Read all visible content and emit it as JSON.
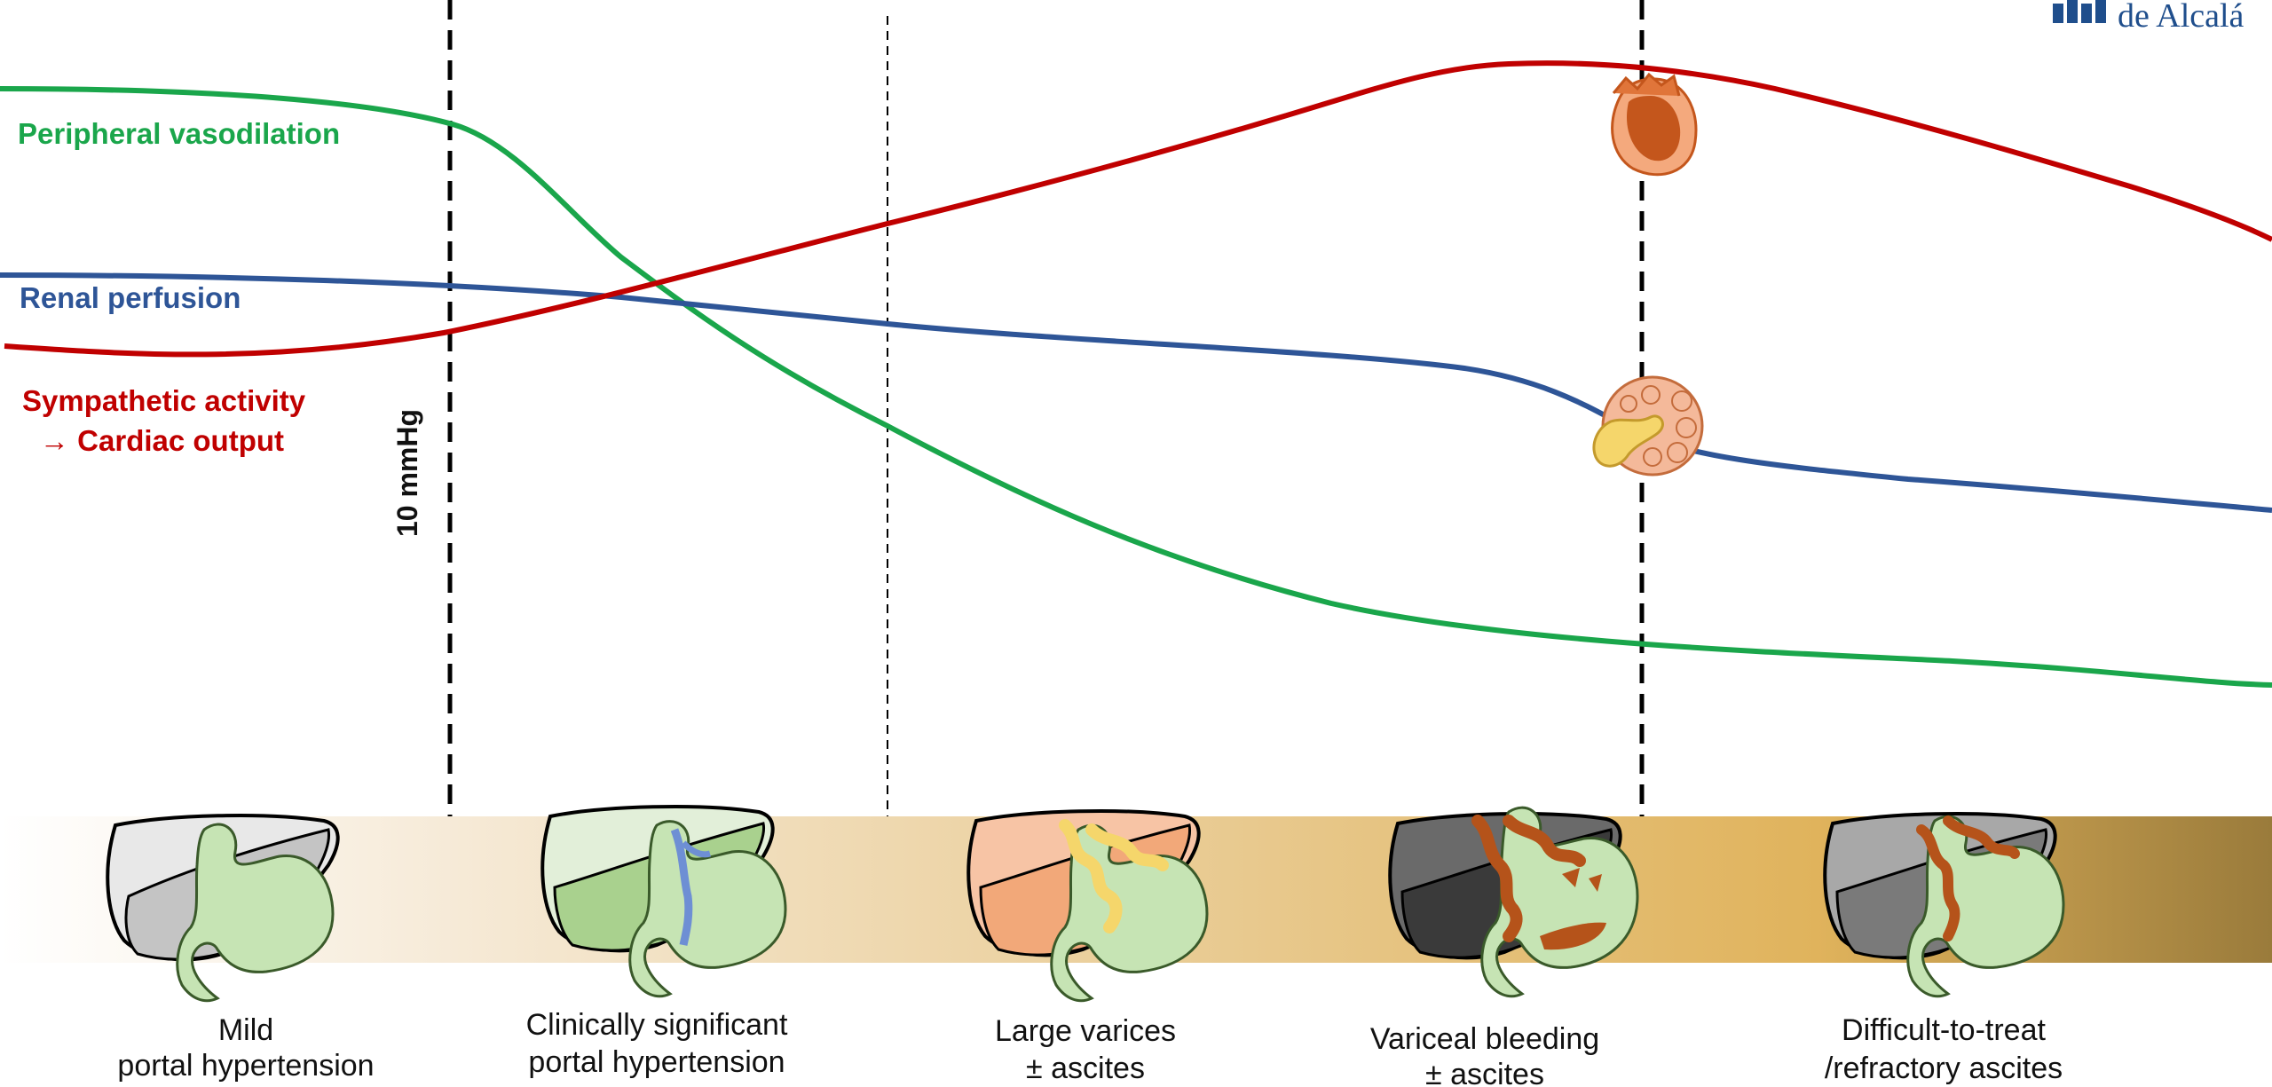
{
  "curves": {
    "vasodilation": {
      "label": "Peripheral vasodilation",
      "color": "#1aa64b"
    },
    "renal": {
      "label": "Renal perfusion",
      "color": "#2e5597"
    },
    "sympathetic": {
      "label_line1": "Sympathetic activity",
      "label_line2": "→ Cardiac output",
      "color": "#c00000"
    }
  },
  "threshold": {
    "label": "10 mmHg"
  },
  "stages": [
    {
      "line1": "Mild",
      "line2": "portal hypertension"
    },
    {
      "line1": "Clinically significant",
      "line2": "portal hypertension"
    },
    {
      "line1": "Large varices",
      "line2": "± ascites"
    },
    {
      "line1": "Variceal bleeding",
      "line2": "± ascites"
    },
    {
      "line1": "Difficult-to-treat",
      "line2": "/refractory ascites"
    }
  ],
  "logo": {
    "text": "de Alcalá"
  },
  "icons": [
    "heart-icon",
    "kidney-icon",
    "liver-stomach-icon"
  ],
  "colors": {
    "band_start": "#ffffff",
    "band_mid": "#e2b65f",
    "band_end": "#9a7b3b",
    "stomach": "#c6e4b4",
    "heart": "#f4a97d",
    "kidney": "#f4b99a",
    "varices_yellow": "#f5d66b",
    "varices_brown": "#b5531a"
  }
}
